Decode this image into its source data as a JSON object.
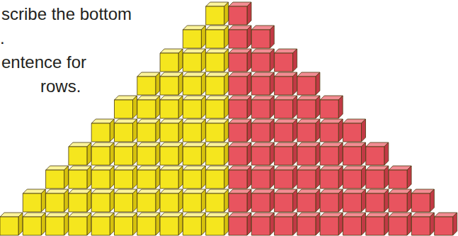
{
  "diagram": {
    "labels": [
      "scribe the bottom",
      ".",
      "entence for",
      "rows."
    ]
  }
}
